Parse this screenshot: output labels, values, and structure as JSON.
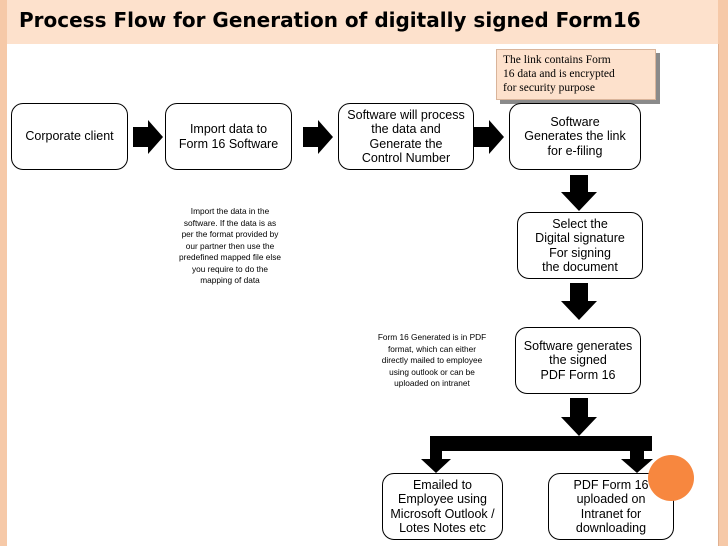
{
  "title": "Process Flow for Generation of digitally signed Form16",
  "callout": "The link contains Form\n16 data and is encrypted\nfor security purpose",
  "boxes": {
    "corporate": "Corporate client",
    "import": "Import data to\nForm 16 Software",
    "process": "Software will process\nthe data and\nGenerate the\nControl Number",
    "generate_link": "Software\nGenerates  the link\nfor e-filing",
    "select_signature": "Select the\nDigital signature\nFor signing\nthe document",
    "signed_pdf": "Software generates\nthe signed\nPDF Form 16",
    "emailed": "Emailed to\nEmployee using\nMicrosoft Outlook /\nLotes Notes etc",
    "intranet": "PDF Form 16\nuploaded on\nIntranet for\ndownloading"
  },
  "notes": {
    "import_note": "Import the data in the\nsoftware. If the data is as\nper the format provided by\nour partner then use the\npredefined mapped file else\nyou require to do the\nmapping of data",
    "pdf_note": "Form 16 Generated is in PDF\nformat, which can either\ndirectly mailed to employee\nusing outlook or can be\nuploaded on intranet"
  },
  "colors": {
    "header_bg": "#fde1cc",
    "rail": "#f6c9a8",
    "accent_circle": "#f7873f",
    "arrow": "#000000"
  }
}
